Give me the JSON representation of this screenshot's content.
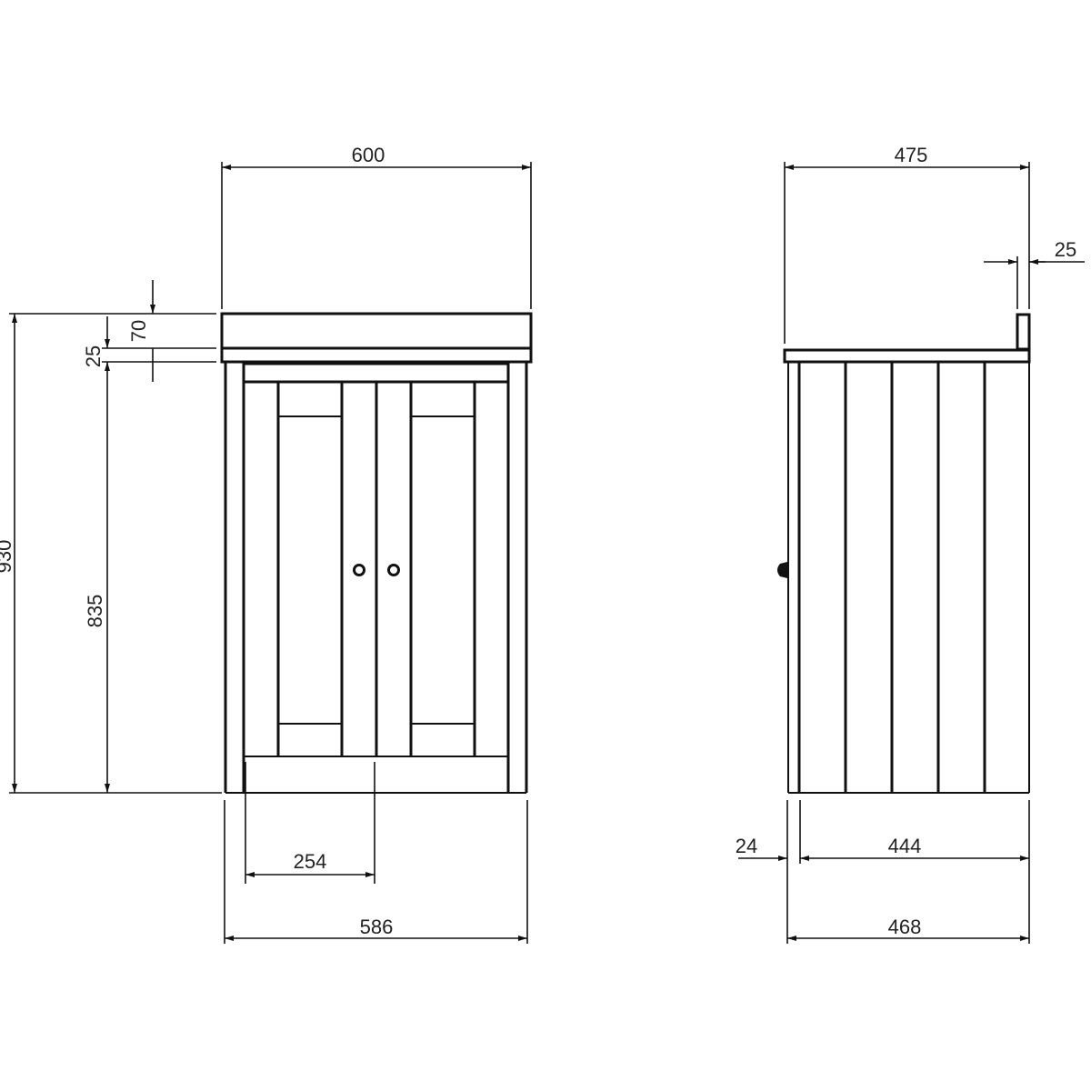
{
  "drawing": {
    "type": "vanity unit dimensioned drawing",
    "units": "mm",
    "background": "#ffffff",
    "line_color": "#111111",
    "front_view": {
      "width_top_label": "600",
      "height_total_label": "930",
      "worktop_height_label": "70",
      "upstand_gap_label": "25",
      "carcass_height_label": "835",
      "door_width_label": "254",
      "carcass_width_label": "586",
      "doors": 2,
      "knobs": 2
    },
    "side_view": {
      "depth_top_label": "475",
      "upstand_thickness_label": "25",
      "panel_offset_label": "24",
      "panel_width_label": "444",
      "carcass_depth_label": "468",
      "panel_grooves": 5
    }
  }
}
